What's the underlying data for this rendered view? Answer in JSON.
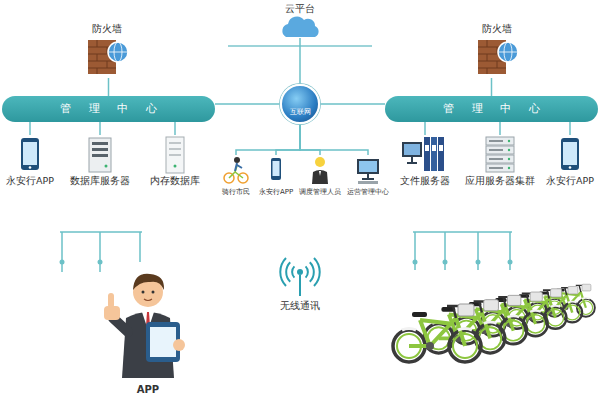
{
  "diagram": {
    "nodes": [
      {
        "text": [
          "云平台"
        ]
      },
      {
        "text": [
          "防火墙"
        ]
      },
      {
        "text": [
          "防火墙"
        ]
      },
      {
        "text": [
          "管理中心"
        ]
      },
      {
        "text": [
          "互联网"
        ]
      },
      {
        "text": [
          "管理中心"
        ]
      },
      {
        "text": [
          "永安行APP"
        ]
      },
      {
        "text": [
          "数据库服务器"
        ]
      },
      {
        "text": [
          "内存数据库"
        ]
      },
      {
        "text": [
          "骑行市民"
        ]
      },
      {
        "text": [
          "永安行APP"
        ]
      },
      {
        "text": [
          "调度管理人员"
        ]
      },
      {
        "text": [
          "运营管理中心"
        ]
      },
      {
        "text": [
          "文件服务器"
        ]
      },
      {
        "text": [
          "应用服务器集群"
        ]
      },
      {
        "text": [
          "永安行APP"
        ]
      },
      {
        "text": [
          "APP"
        ]
      }
    ],
    "edges": [
      {
        "from": 0,
        "to": 4,
        "arrow": "none"
      },
      {
        "from": 1,
        "to": 3,
        "arrow": "none"
      },
      {
        "from": 2,
        "to": 5,
        "arrow": "none"
      },
      {
        "from": 4,
        "to": 3,
        "arrow": "none"
      },
      {
        "from": 4,
        "to": 5,
        "arrow": "none"
      },
      {
        "from": 3,
        "to": 6,
        "arrow": "none"
      },
      {
        "from": 3,
        "to": 7,
        "arrow": "none"
      },
      {
        "from": 3,
        "to": 8,
        "arrow": "none"
      },
      {
        "from": 5,
        "to": 13,
        "arrow": "none"
      },
      {
        "from": 5,
        "to": 14,
        "arrow": "none"
      },
      {
        "from": 5,
        "to": 15,
        "arrow": "none"
      },
      {
        "from": 4,
        "to": 9,
        "arrow": "none"
      },
      {
        "from": 4,
        "to": 10,
        "arrow": "none"
      },
      {
        "from": 4,
        "to": 11,
        "arrow": "none"
      },
      {
        "from": 4,
        "to": 12,
        "arrow": "none"
      }
    ],
    "labels": [
      "无线通讯"
    ]
  }
}
